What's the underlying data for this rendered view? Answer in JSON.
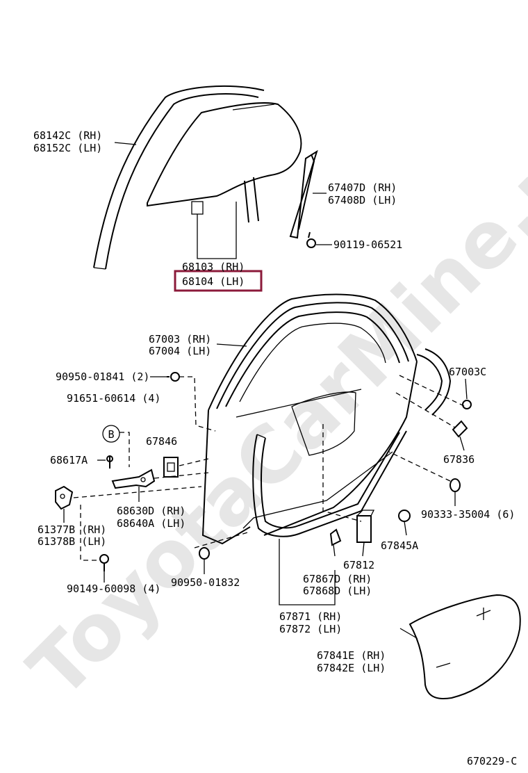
{
  "watermark": "ToyotaCarMine.ru",
  "highlight_color": "#8b1a3a",
  "labels": {
    "l68142": "68142C (RH)",
    "l68152": "68152C (LH)",
    "l67407": "67407D (RH)",
    "l67408": "67408D (LH)",
    "l90119": "90119-06521",
    "l68103": "68103 (RH)",
    "l68104": "68104 (LH)",
    "l67003": "67003 (RH)",
    "l67004": "67004 (LH)",
    "l67003c": "67003C",
    "l90950a": "90950-01841 (2)",
    "l91651": "91651-60614 (4)",
    "lB": "B",
    "l67846": "67846",
    "l68617": "68617A",
    "l67836": "67836",
    "l68630": "68630D (RH)",
    "l68640": "68640A (LH)",
    "l61377": "61377B (RH)",
    "l61378": "61378B (LH)",
    "l90333": "90333-35004 (6)",
    "l67845": "67845A",
    "l67812": "67812",
    "l90149": "90149-60098 (4)",
    "l90950b": "90950-01832",
    "l67867": "67867D (RH)",
    "l67868": "67868D (LH)",
    "l67871": "67871 (RH)",
    "l67872": "67872 (LH)",
    "l67841": "67841E (RH)",
    "l67842": "67842E (LH)",
    "figure_code": "670229-C"
  }
}
